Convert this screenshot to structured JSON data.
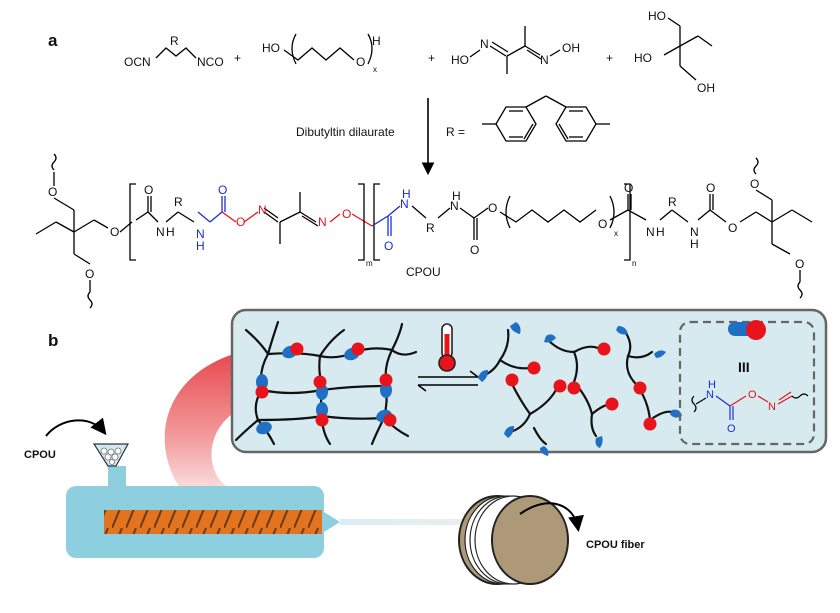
{
  "panels": {
    "a": "a",
    "b": "b"
  },
  "reaction": {
    "reactant1_left": "OCN",
    "reactant1_r": "R",
    "reactant1_right": "NCO",
    "plus": "+",
    "reactant2_ho": "HO",
    "reactant2_o": "O",
    "reactant2_h": "H",
    "reactant2_x": "x",
    "reactant3_ho": "HO",
    "reactant3_n1": "N",
    "reactant3_n2": "N",
    "reactant3_oh": "OH",
    "reactant4_ho1": "HO",
    "reactant4_ho2": "HO",
    "reactant4_oh": "OH",
    "catalyst": "Dibutyltin dilaurate",
    "r_equals": "R ="
  },
  "polymer": {
    "name": "CPOU",
    "atom_o": "O",
    "atom_n": "N",
    "atom_h": "H",
    "atom_r": "R",
    "sub_m": "m",
    "sub_x": "x",
    "sub_n": "n"
  },
  "process": {
    "feed_label": "CPOU",
    "fiber_label": "CPOU fiber",
    "equivalence": "III",
    "inset_n": "N",
    "inset_h": "H",
    "inset_o": "O",
    "colors": {
      "network_bg": "#d6eaf0",
      "extruder": "#8ecfdf",
      "screw": "#e2731f",
      "red_bead": "#e8141b",
      "blue_bead": "#1f6fc4",
      "spool": "#ad9877",
      "heat": "#e8484e"
    }
  }
}
